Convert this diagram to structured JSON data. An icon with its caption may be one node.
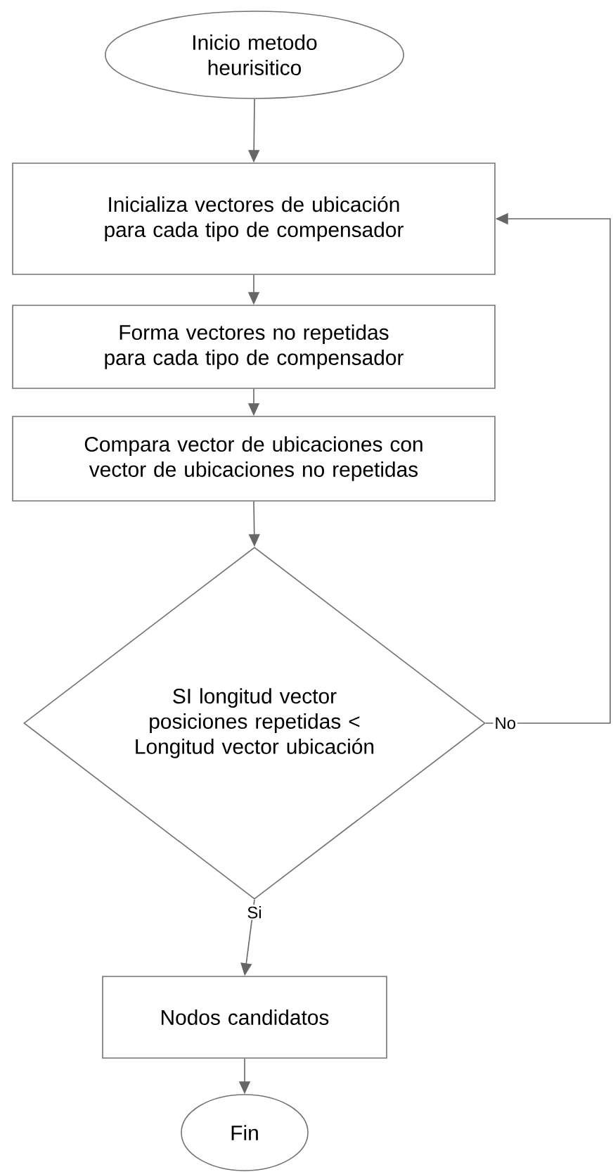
{
  "diagram": {
    "nodes": [
      {
        "text": [
          "Inicio metodo heurisitico"
        ]
      },
      {
        "text": [
          "Inicializa vectores de ubicación para cada tipo de compensador"
        ]
      },
      {
        "text": [
          "Forma vectores no repetidas para cada tipo de compensador"
        ]
      },
      {
        "text": [
          "Compara vector de ubicaciones con vector de ubicaciones no repetidas"
        ]
      },
      {
        "text": [
          "SI longitud vector posiciones repetidas < Longitud vector ubicación"
        ]
      },
      {
        "text": [
          "Nodos candidatos"
        ]
      },
      {
        "text": [
          "Fin"
        ]
      }
    ],
    "edges": [
      {
        "from": 0,
        "to": 1,
        "arrow": "to"
      },
      {
        "from": 1,
        "to": 2,
        "arrow": "to"
      },
      {
        "from": 2,
        "to": 3,
        "arrow": "to"
      },
      {
        "from": 3,
        "to": 4,
        "arrow": "to"
      },
      {
        "from": 4,
        "to": 5,
        "arrow": "to",
        "label": "Si"
      },
      {
        "from": 5,
        "to": 6,
        "arrow": "to"
      },
      {
        "from": 4,
        "to": 1,
        "arrow": "to",
        "label": "No"
      }
    ]
  }
}
